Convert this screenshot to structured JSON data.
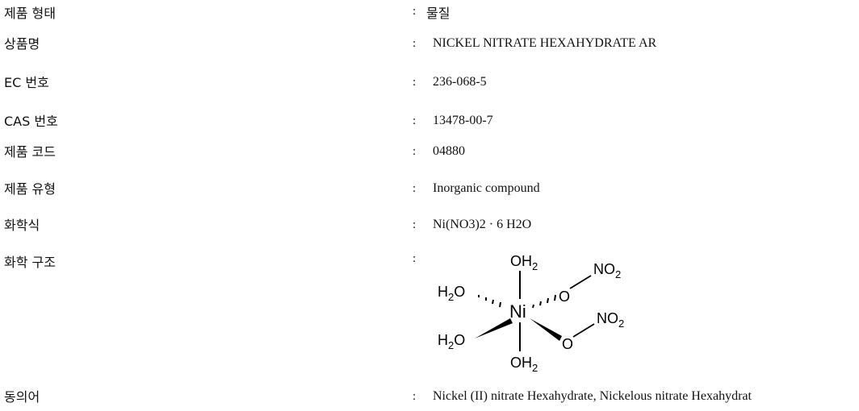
{
  "rows": [
    {
      "label": "제품 형태",
      "colon": ":",
      "value": "물질"
    },
    {
      "label": "상품명",
      "colon": ":",
      "value": "NICKEL NITRATE HEXAHYDRATE AR"
    },
    {
      "label": "EC 번호",
      "colon": ":",
      "value": "236-068-5"
    },
    {
      "label": "CAS 번호",
      "colon": ":",
      "value": "13478-00-7"
    },
    {
      "label": "제품 코드",
      "colon": ":",
      "value": "04880"
    },
    {
      "label": "제품 유형",
      "colon": ":",
      "value": "Inorganic compound"
    },
    {
      "label": "화학식",
      "colon": ":",
      "value": "Ni(NO3)2 · 6 H2O"
    },
    {
      "label": "화학 구조",
      "colon": ":",
      "value": ""
    },
    {
      "label": "동의어",
      "colon": ":",
      "value": "Nickel (II) nitrate Hexahydrate, Nickelous nitrate Hexahydrat"
    }
  ],
  "structure": {
    "center": "Ni",
    "top": "OH",
    "top_sub": "2",
    "bottom": "OH",
    "bottom_sub": "2",
    "upper_left": "H",
    "upper_left_sub": "2",
    "upper_left_tail": "O",
    "lower_left": "H",
    "lower_left_sub": "2",
    "lower_left_tail": "O",
    "upper_right_o": "O",
    "upper_right_group": "NO",
    "upper_right_sub": "2",
    "lower_right_o": "O",
    "lower_right_group": "NO",
    "lower_right_sub": "2"
  }
}
